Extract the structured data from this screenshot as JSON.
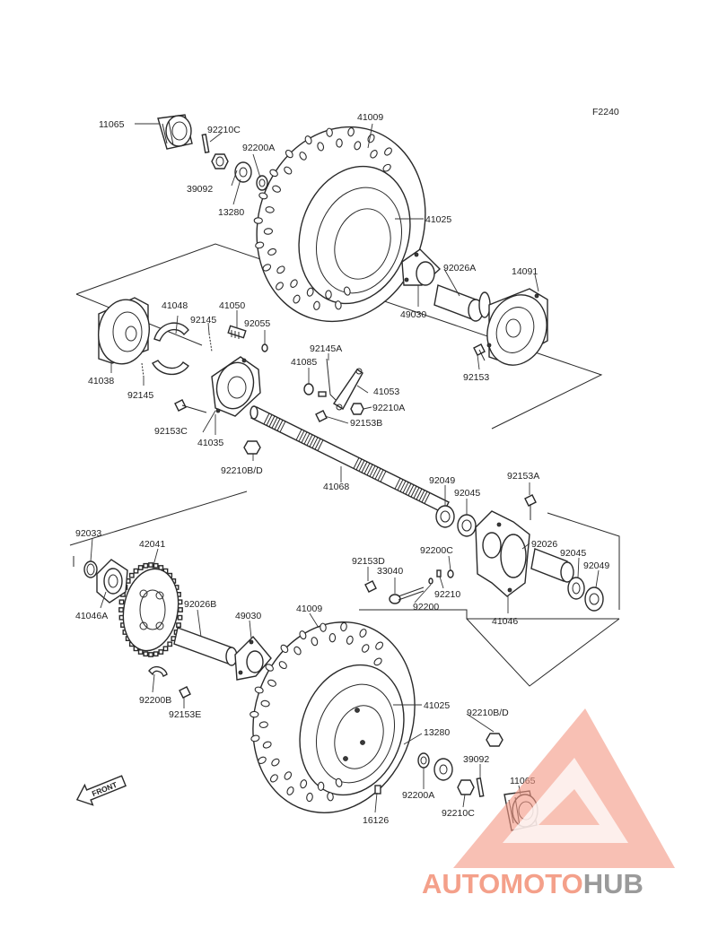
{
  "figure_code": "F2240",
  "front_label": "FRONT",
  "watermark": {
    "part1": "AUTOMOTO",
    "part2": "HUB",
    "color1": "#f4a08a",
    "color2": "#9a9a9a"
  },
  "labels": {
    "p11065_top": "11065",
    "p92210c_top": "92210C",
    "p92200a_top": "92200A",
    "p39092_top": "39092",
    "p13280_top": "13280",
    "p41009_top": "41009",
    "p41025_top": "41025",
    "p92026a": "92026A",
    "p14091": "14091",
    "p49030_top": "49030",
    "p92153": "92153",
    "p41048": "41048",
    "p41050": "41050",
    "p92145_top": "92145",
    "p92055": "92055",
    "p92145a": "92145A",
    "p41085": "41085",
    "p41053": "41053",
    "p92210a": "92210A",
    "p92153b": "92153B",
    "p41038": "41038",
    "p92145_bot": "92145",
    "p92153c": "92153C",
    "p41035": "41035",
    "p92210bd_top": "92210B/D",
    "p41068": "41068",
    "p92049_top": "92049",
    "p92045_top": "92045",
    "p92153a": "92153A",
    "p92033": "92033",
    "p42041": "42041",
    "p92153d": "92153D",
    "p92200c": "92200C",
    "p33040": "33040",
    "p92210": "92210",
    "p92200": "92200",
    "p92026": "92026",
    "p92045_bot": "92045",
    "p92049_bot": "92049",
    "p41046a": "41046A",
    "p92026b": "92026B",
    "p49030_bot": "49030",
    "p41009_bot": "41009",
    "p41046": "41046",
    "p41025_bot": "41025",
    "p92210bd_bot": "92210B/D",
    "p13280_bot": "13280",
    "p92200b": "92200B",
    "p92153e": "92153E",
    "p39092_bot": "39092",
    "p11065_bot": "11065",
    "p92200a_bot": "92200A",
    "p92210c_bot": "92210C",
    "p16126": "16126"
  }
}
